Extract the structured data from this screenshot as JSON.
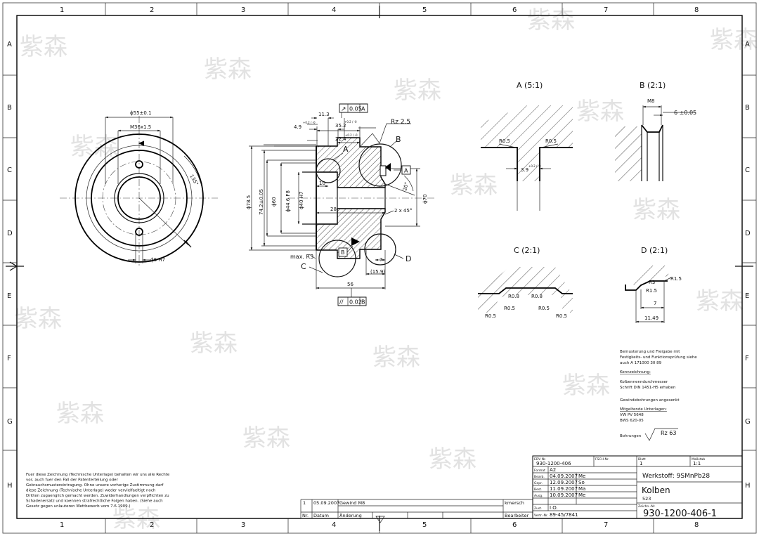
{
  "sheet": {
    "col_labels": [
      "1",
      "2",
      "3",
      "4",
      "5",
      "6",
      "7",
      "8"
    ],
    "row_labels": [
      "A",
      "B",
      "C",
      "D",
      "E",
      "F",
      "G",
      "H"
    ],
    "watermark": "紫森"
  },
  "side_view": {
    "dim_outer": "ϕ55±0.1",
    "dim_thread": "M36x1.5",
    "dim_angle": "135°",
    "dim_hole": "ϕ6 H7"
  },
  "section_view": {
    "dim_11_3": "11.3",
    "dim_4_9": "4.9",
    "tol_4_9": "+0.2 / -0",
    "dim_35_2": "35.2",
    "tol_35_2": "+0.2 / -0",
    "dim_22_4": "22.4",
    "tol_22_4": "+0.2 / -0",
    "runout_symbol": "↗",
    "runout_value": "0.05",
    "runout_datum": "A",
    "roughness": "Rz 2.5",
    "label_a": "A",
    "label_b": "B",
    "label_c": "C",
    "label_d": "D",
    "datum_a": "A",
    "datum_b": "B",
    "dim_10": "10",
    "dim_28": "28",
    "dim_20deg": "20°",
    "dim_chamfer": "2 x 45°",
    "dim_785": "ϕ78.5",
    "dim_742": "74.2±0.05",
    "dim_60": "ϕ60",
    "dim_446": "ϕ44.6 F8",
    "dim_40": "ϕ40 H7",
    "dim_70": "ϕ70",
    "dim_maxr3": "max. R3",
    "dim_7": "7",
    "dim_159": "(15.9)",
    "dim_56": "56",
    "parallel_symbol": "//",
    "parallel_value": "0.02",
    "parallel_datum": "B"
  },
  "detail_a": {
    "title": "A (5:1)",
    "r_left": "R0.5",
    "r_right": "R0.5",
    "dim": "3.9",
    "tol": "+0.2 / -0"
  },
  "detail_b": {
    "title": "B (2:1)",
    "thread": "M8",
    "dim": "6 ±0.05"
  },
  "detail_c": {
    "title": "C (2:1)",
    "r08_left": "R0.8",
    "r08_right": "R0.8",
    "r05_a": "R0.5",
    "r05_b": "R0.5",
    "r05_c": "R0.5",
    "r05_d": "R0.5"
  },
  "detail_d": {
    "title": "D (2:1)",
    "r15_a": "R1.5",
    "r3": "R3",
    "r15_b": "R1.5",
    "dim_7": "7",
    "dim_1149": "11.49"
  },
  "notes": {
    "line1": "Bemusterung und Freigabe mit",
    "line2": "Festigkeits- und Funktionsprüfung siehe",
    "line3": "auch A 171000 30 89",
    "kenn": "Kennzeichnung:",
    "line4": "Kolbennenndurchmesser",
    "line5": "Schrift DIN 1451-H5 erhaben",
    "line6": "Gewindebohrungen angesenkt",
    "line7": "Mitgeltende Unterlagen:",
    "line8": "VW PV 5648",
    "line9": "BWS 620-05",
    "bohrungen": "Bohrungen",
    "rz": "Rz 63"
  },
  "copyright": [
    "Fuer diese Zeichnung (Technische Unterlage) behalten wir uns alle Rechte",
    "vor, auch fuer den Fall der Patenterteilung oder",
    "Gebrauchsmustereintragung. Ohne unsere vorherige Zustimmung darf",
    "diese Zeichnung (Technische Unterlage) weder vervielfaeltigt noch",
    "Dritten zugaenglich gemacht werden. Zuwiderhandlungen verpflichten zu",
    "Schadenersatz und koennen strafrechtliche Folgen haben. (Siehe auch",
    "Gesetz gegen unlauteren Wettbewerb vom 7.6.1909.)"
  ],
  "revision": {
    "nr": "1",
    "datum": "05.09.2007",
    "aenderung": "Gewind M8",
    "name": "kmersch",
    "h_nr": "Nr.",
    "h_datum": "Datum",
    "h_aenderung": "Änderung",
    "h_bearbeiter": "Bearbeiter"
  },
  "title_block": {
    "edv_label": "EDV Nr.",
    "edv_value": "930-1200-406",
    "fschm_label": "FSCH-Nr.",
    "blatt_label": "Blatt",
    "blatt_value": "1",
    "massstab_label": "Maßstab",
    "massstab_value": "1:1",
    "format_label": "Format",
    "format_value": "A2",
    "werkstoff": "Werkstoff: 9SMnPb28",
    "rows": [
      {
        "label": "Bearb.",
        "date": "04.09.2007",
        "name": "Me"
      },
      {
        "label": "Gepr.",
        "date": "12.09.2007",
        "name": "So"
      },
      {
        "label": "Best.",
        "date": "11.09.2007",
        "name": "Ma"
      },
      {
        "label": "Ausg.",
        "date": "10.09.2007",
        "name": "Me"
      }
    ],
    "title": "Kolben",
    "subtitle": "523",
    "zust_label": "Zust.",
    "zust_value": "I.O.",
    "vertr_label": "Vertr.-Nr.",
    "vertr_value": "89-45/7841",
    "zeichn_label": "Zeichn.-Nr.",
    "zeichn_value": "930-1200-406-1"
  }
}
